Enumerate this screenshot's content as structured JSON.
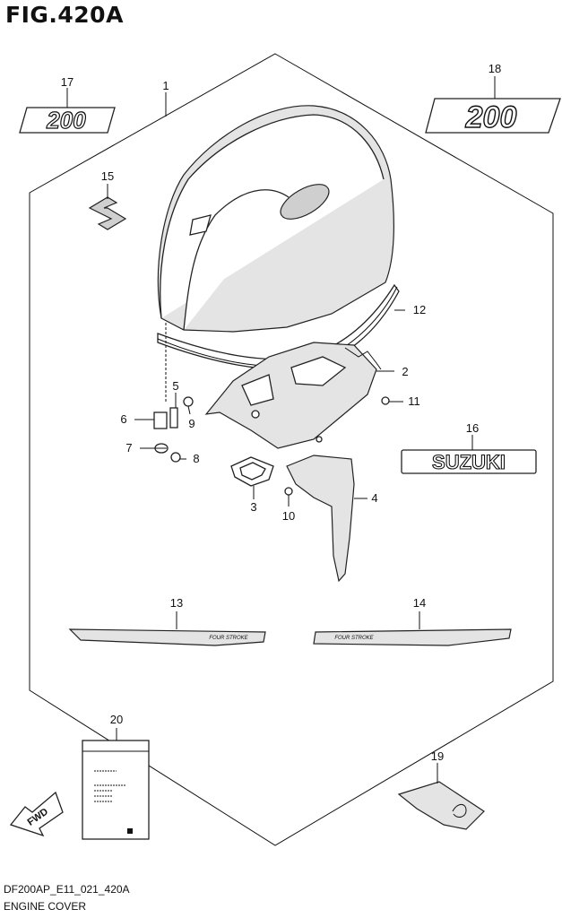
{
  "figure": {
    "title": "FIG.420A",
    "code": "DF200AP_E11_021_420A",
    "subtitle": "ENGINE COVER"
  },
  "callouts": [
    {
      "id": "c1",
      "label": "1"
    },
    {
      "id": "c2",
      "label": "2"
    },
    {
      "id": "c3",
      "label": "3"
    },
    {
      "id": "c4",
      "label": "4"
    },
    {
      "id": "c5",
      "label": "5"
    },
    {
      "id": "c6",
      "label": "6"
    },
    {
      "id": "c7",
      "label": "7"
    },
    {
      "id": "c8",
      "label": "8"
    },
    {
      "id": "c9",
      "label": "9"
    },
    {
      "id": "c10",
      "label": "10"
    },
    {
      "id": "c11",
      "label": "11"
    },
    {
      "id": "c12",
      "label": "12"
    },
    {
      "id": "c13",
      "label": "13"
    },
    {
      "id": "c14",
      "label": "14"
    },
    {
      "id": "c15",
      "label": "15"
    },
    {
      "id": "c16",
      "label": "16"
    },
    {
      "id": "c17",
      "label": "17"
    },
    {
      "id": "c18",
      "label": "18"
    },
    {
      "id": "c19",
      "label": "19"
    },
    {
      "id": "c20",
      "label": "20"
    }
  ],
  "decals": {
    "emblem_small": "200",
    "emblem_large": "200",
    "brand": "SUZUKI",
    "stripe_text": "FOUR STROKE",
    "fwd": "FWD"
  }
}
